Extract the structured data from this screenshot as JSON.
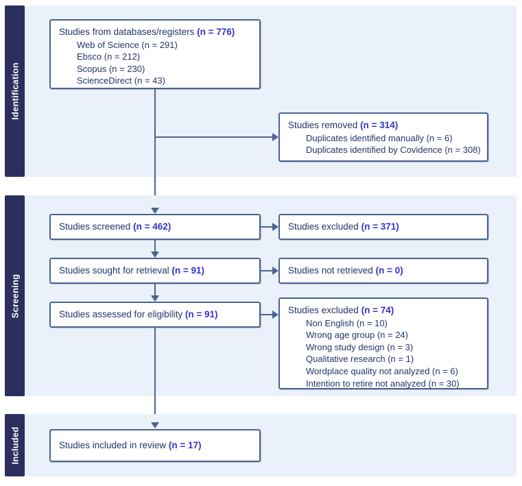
{
  "figure": {
    "type": "prisma-flow-diagram",
    "colors": {
      "panel_background": "#eaf1fa",
      "stage_tab": "#2a2f5e",
      "box_border": "#4a6491",
      "box_fill": "#ffffff",
      "text": "#22346b",
      "count_accent": "#3333cc",
      "page_background": "#ffffff"
    }
  },
  "stages": [
    {
      "id": "identification",
      "label": "Identification"
    },
    {
      "id": "screening",
      "label": "Screening"
    },
    {
      "id": "included",
      "label": "Included"
    }
  ],
  "boxes": {
    "databases": {
      "title_text": "Studies from databases/registers ",
      "title_count": "(n = 776)",
      "sources": [
        "Web of Science (n = 291)",
        "Ebsco (n = 212)",
        "Scopus (n = 230)",
        "ScienceDirect (n = 43)"
      ]
    },
    "removed": {
      "title_text": "Studies removed ",
      "title_count": "(n = 314)",
      "reasons": [
        "Duplicates identified manually (n = 6)",
        "Duplicates identified by Covidence (n = 308)"
      ]
    },
    "screened": {
      "title_text": "Studies screened ",
      "title_count": "(n = 462)"
    },
    "excluded_screening": {
      "title_text": "Studies excluded ",
      "title_count": "(n = 371)"
    },
    "sought": {
      "title_text": "Studies sought for retrieval ",
      "title_count": "(n = 91)"
    },
    "not_retrieved": {
      "title_text": "Studies not retrieved ",
      "title_count": "(n = 0)"
    },
    "assessed": {
      "title_text": "Studies assessed for eligibility ",
      "title_count": "(n = 91)"
    },
    "excluded_eligibility": {
      "title_text": "Studies excluded ",
      "title_count": "(n = 74)",
      "reasons": [
        "Non English (n = 10)",
        "Wrong age group (n = 24)",
        "Wrong study design (n = 3)",
        "Qualitative research (n = 1)",
        "Wordplace quality not analyzed (n = 6)",
        "Intention to retire not analyzed (n = 30)"
      ]
    },
    "included": {
      "title_text": "Studies included in review ",
      "title_count": "(n = 17)"
    }
  },
  "chart_data": {
    "type": "flowchart",
    "title": "PRISMA 2020 flow diagram",
    "nodes": [
      {
        "id": "databases",
        "stage": "identification",
        "label": "Studies from databases/registers",
        "n": 776
      },
      {
        "id": "removed",
        "stage": "identification",
        "label": "Studies removed",
        "n": 314
      },
      {
        "id": "screened",
        "stage": "screening",
        "label": "Studies screened",
        "n": 462
      },
      {
        "id": "excluded_screening",
        "stage": "screening",
        "label": "Studies excluded",
        "n": 371
      },
      {
        "id": "sought",
        "stage": "screening",
        "label": "Studies sought for retrieval",
        "n": 91
      },
      {
        "id": "not_retrieved",
        "stage": "screening",
        "label": "Studies not retrieved",
        "n": 0
      },
      {
        "id": "assessed",
        "stage": "screening",
        "label": "Studies assessed for eligibility",
        "n": 91
      },
      {
        "id": "excluded_eligibility",
        "stage": "screening",
        "label": "Studies excluded",
        "n": 74
      },
      {
        "id": "included",
        "stage": "included",
        "label": "Studies included in review",
        "n": 17
      }
    ],
    "breakdowns": {
      "databases": [
        {
          "label": "Web of Science",
          "n": 291
        },
        {
          "label": "Ebsco",
          "n": 212
        },
        {
          "label": "Scopus",
          "n": 230
        },
        {
          "label": "ScienceDirect",
          "n": 43
        }
      ],
      "removed": [
        {
          "label": "Duplicates identified manually",
          "n": 6
        },
        {
          "label": "Duplicates identified by Covidence",
          "n": 308
        }
      ],
      "excluded_eligibility": [
        {
          "label": "Non English",
          "n": 10
        },
        {
          "label": "Wrong age group",
          "n": 24
        },
        {
          "label": "Wrong study design",
          "n": 3
        },
        {
          "label": "Qualitative research",
          "n": 1
        },
        {
          "label": "Wordplace quality not analyzed",
          "n": 6
        },
        {
          "label": "Intention to retire not analyzed",
          "n": 30
        }
      ]
    },
    "edges": [
      {
        "from": "databases",
        "to": "removed",
        "direction": "right"
      },
      {
        "from": "databases",
        "to": "screened",
        "direction": "down"
      },
      {
        "from": "screened",
        "to": "excluded_screening",
        "direction": "right"
      },
      {
        "from": "screened",
        "to": "sought",
        "direction": "down"
      },
      {
        "from": "sought",
        "to": "not_retrieved",
        "direction": "right"
      },
      {
        "from": "sought",
        "to": "assessed",
        "direction": "down"
      },
      {
        "from": "assessed",
        "to": "excluded_eligibility",
        "direction": "right"
      },
      {
        "from": "assessed",
        "to": "included",
        "direction": "down"
      }
    ]
  }
}
